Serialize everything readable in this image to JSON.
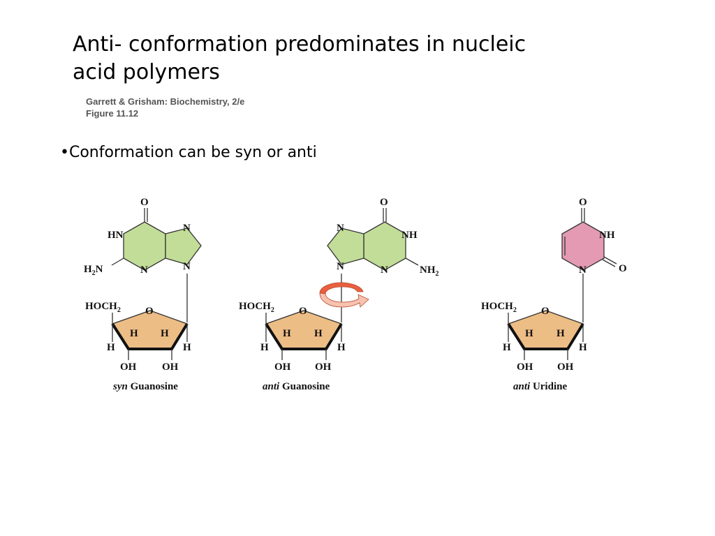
{
  "slide": {
    "title": "Anti- conformation predominates in nucleic acid polymers",
    "credit_line1": "Garrett & Grisham: Biochemistry, 2/e",
    "credit_line2": "Figure 11.12",
    "bullet": "•Conformation can be syn or anti"
  },
  "colors": {
    "purine_fill": "#c2dd98",
    "pyrimidine_fill": "#e39ab2",
    "sugar_fill": "#edbd86",
    "arrow_fill": "#f2a58e",
    "arrow_tip": "#e8603f"
  },
  "molecules": [
    {
      "caption_italic": "syn",
      "caption_rest": " Guanosine",
      "base": {
        "O": "O",
        "HN": "HN",
        "N7": "N",
        "N3": "N",
        "N9": "N",
        "amine": "H",
        "amine_sub": "2",
        "amine_n": "N"
      },
      "sugar": {
        "hoch": "HOCH",
        "hoch_sub": "2",
        "ring_o": "O",
        "h_in_left": "H",
        "h_in_right": "H",
        "h_out_left": "H",
        "h_out_right": "H",
        "oh_left": "OH",
        "oh_right": "OH"
      }
    },
    {
      "caption_italic": "anti",
      "caption_rest": " Guanosine",
      "base": {
        "O": "O",
        "NH": "NH",
        "N7": "N",
        "N3": "N",
        "N9": "N",
        "amine": "NH",
        "amine_sub": "2"
      },
      "sugar": {
        "hoch": "HOCH",
        "hoch_sub": "2",
        "ring_o": "O",
        "h_in_left": "H",
        "h_in_right": "H",
        "h_out_left": "H",
        "h_out_right": "H",
        "oh_left": "OH",
        "oh_right": "OH"
      }
    },
    {
      "caption_italic": "anti",
      "caption_rest": " Uridine",
      "base": {
        "O_top": "O",
        "NH": "NH",
        "O_right": "O",
        "N1": "N"
      },
      "sugar": {
        "hoch": "HOCH",
        "hoch_sub": "2",
        "ring_o": "O",
        "h_in_left": "H",
        "h_in_right": "H",
        "h_out_left": "H",
        "h_out_right": "H",
        "oh_left": "OH",
        "oh_right": "OH"
      }
    }
  ]
}
